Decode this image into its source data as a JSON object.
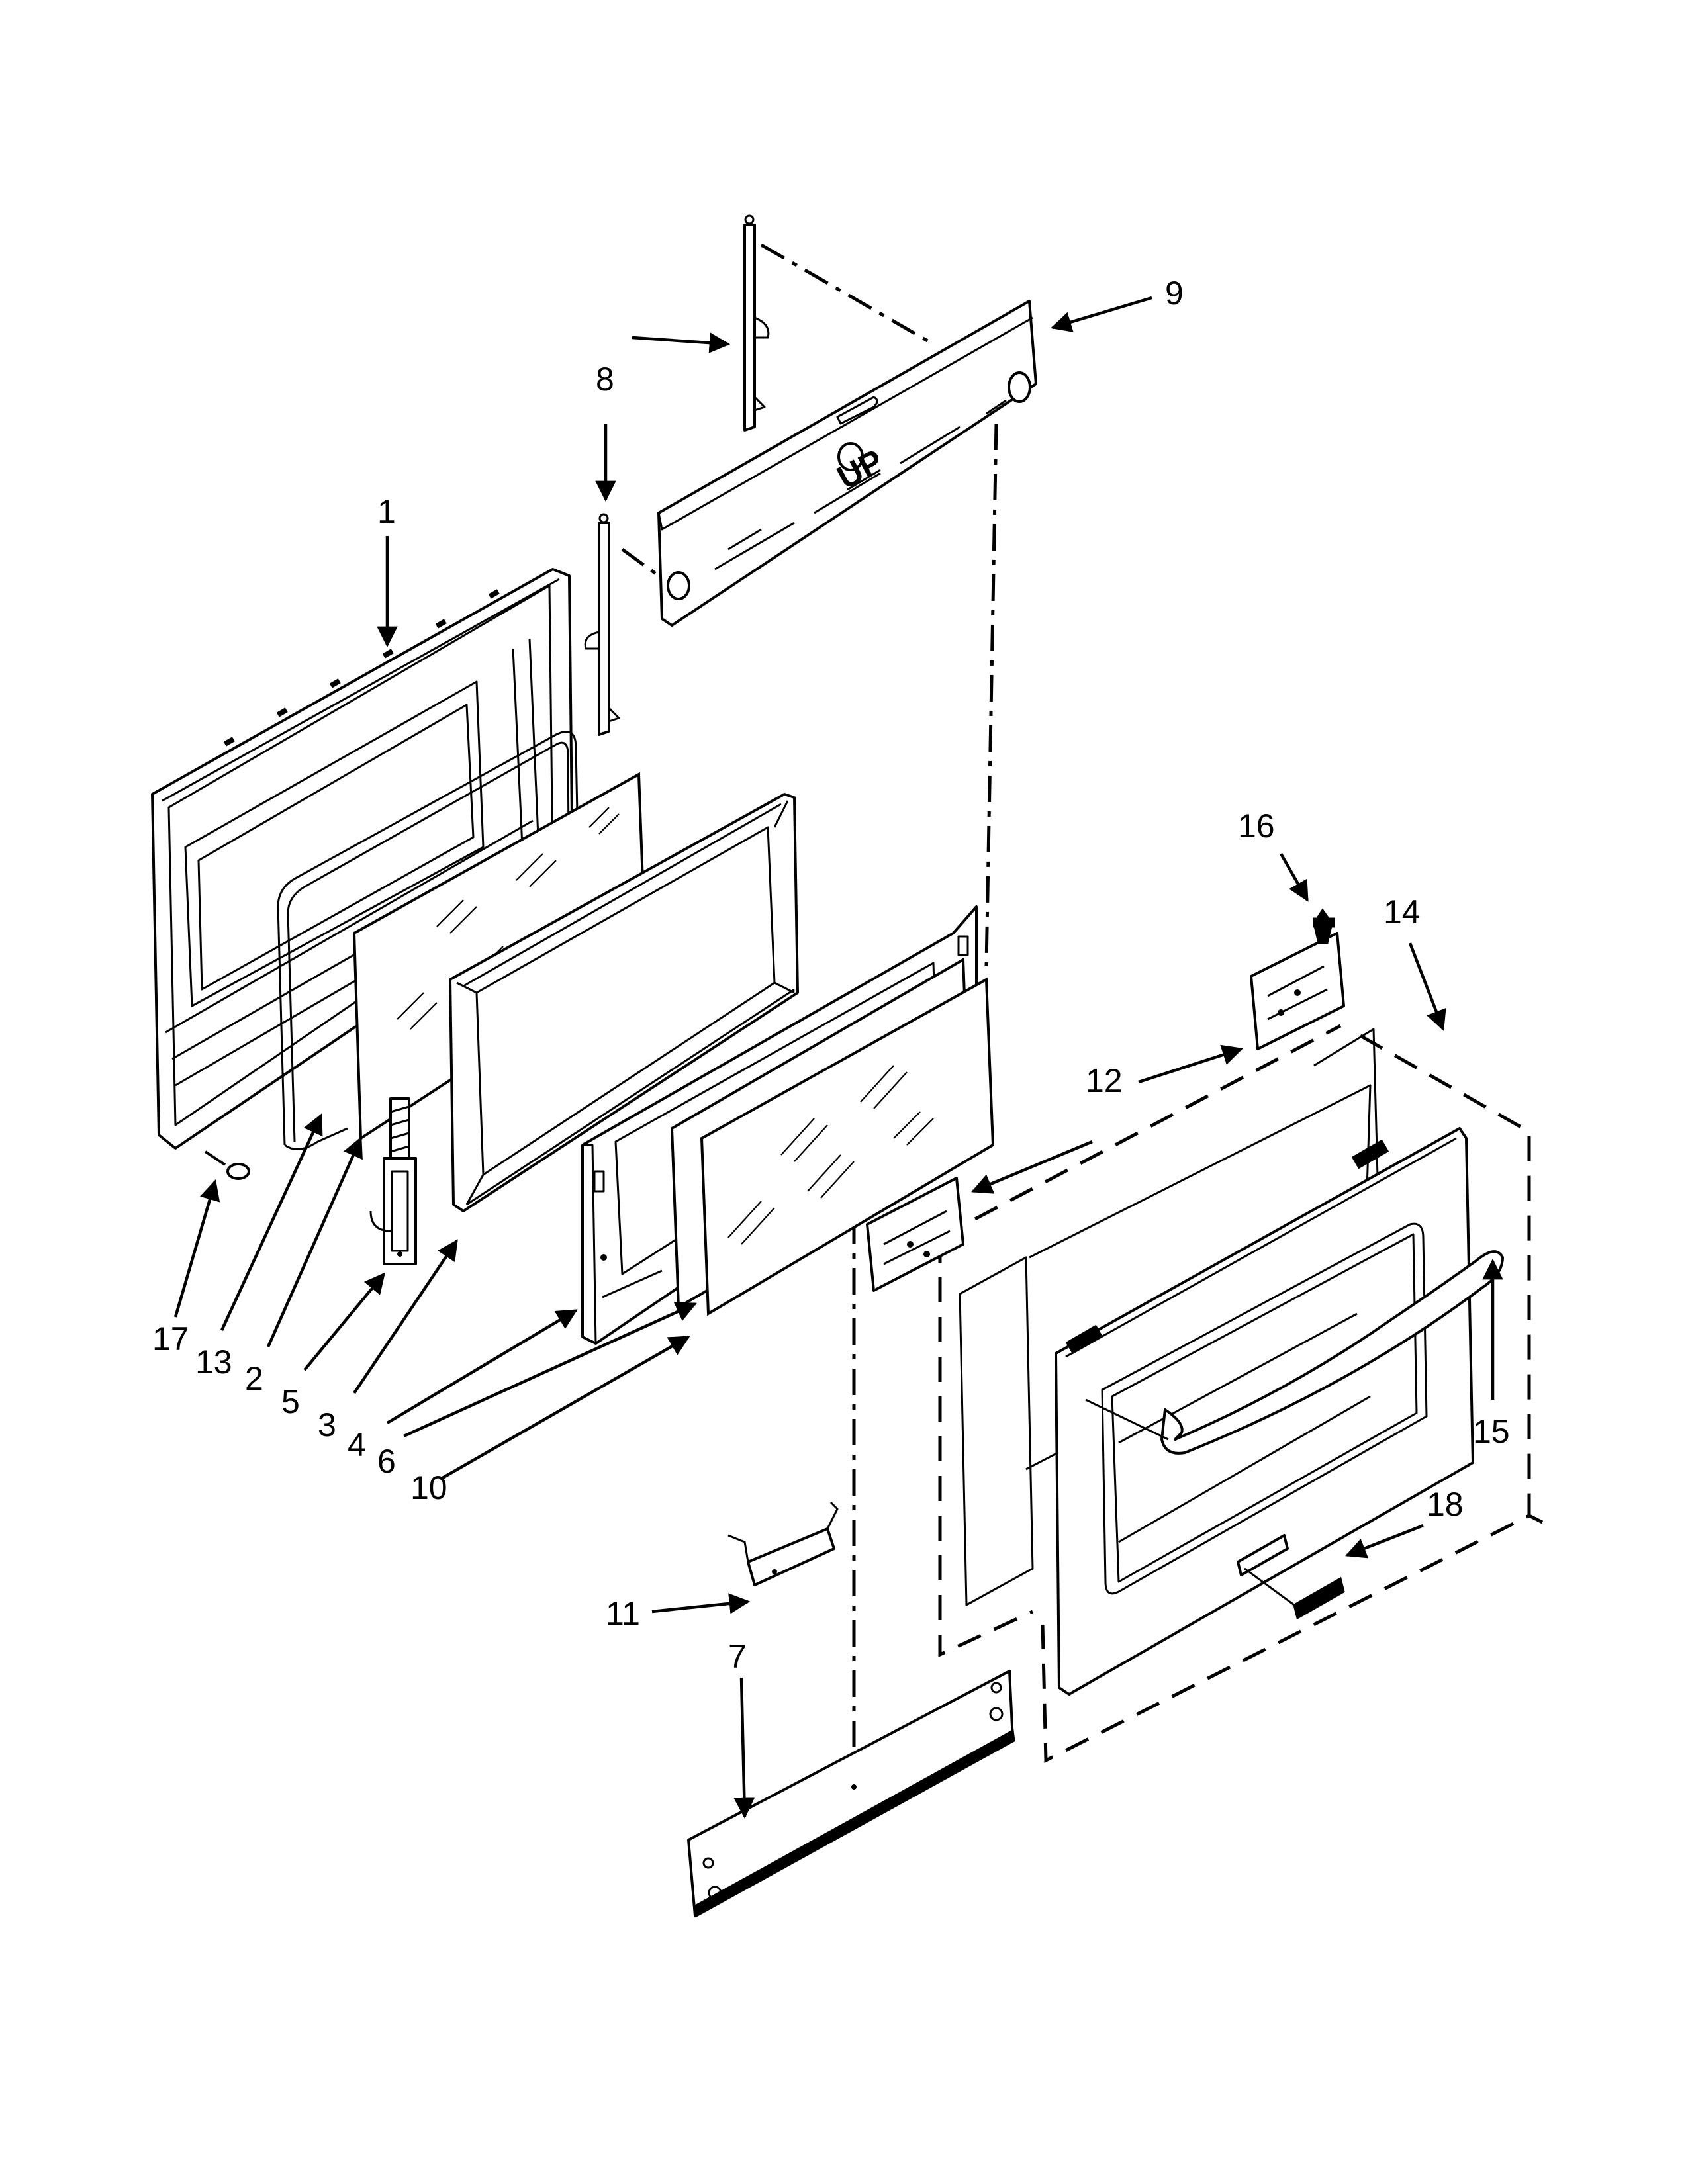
{
  "diagram": {
    "callouts": {
      "c1": "1",
      "c2": "2",
      "c3": "3",
      "c4": "4",
      "c5": "5",
      "c6": "6",
      "c7": "7",
      "c8": "8",
      "c9": "9",
      "c10": "10",
      "c11": "11",
      "c12": "12",
      "c13": "13",
      "c14": "14",
      "c15": "15",
      "c16": "16",
      "c17": "17",
      "c18": "18"
    },
    "vent_label": "UP"
  }
}
